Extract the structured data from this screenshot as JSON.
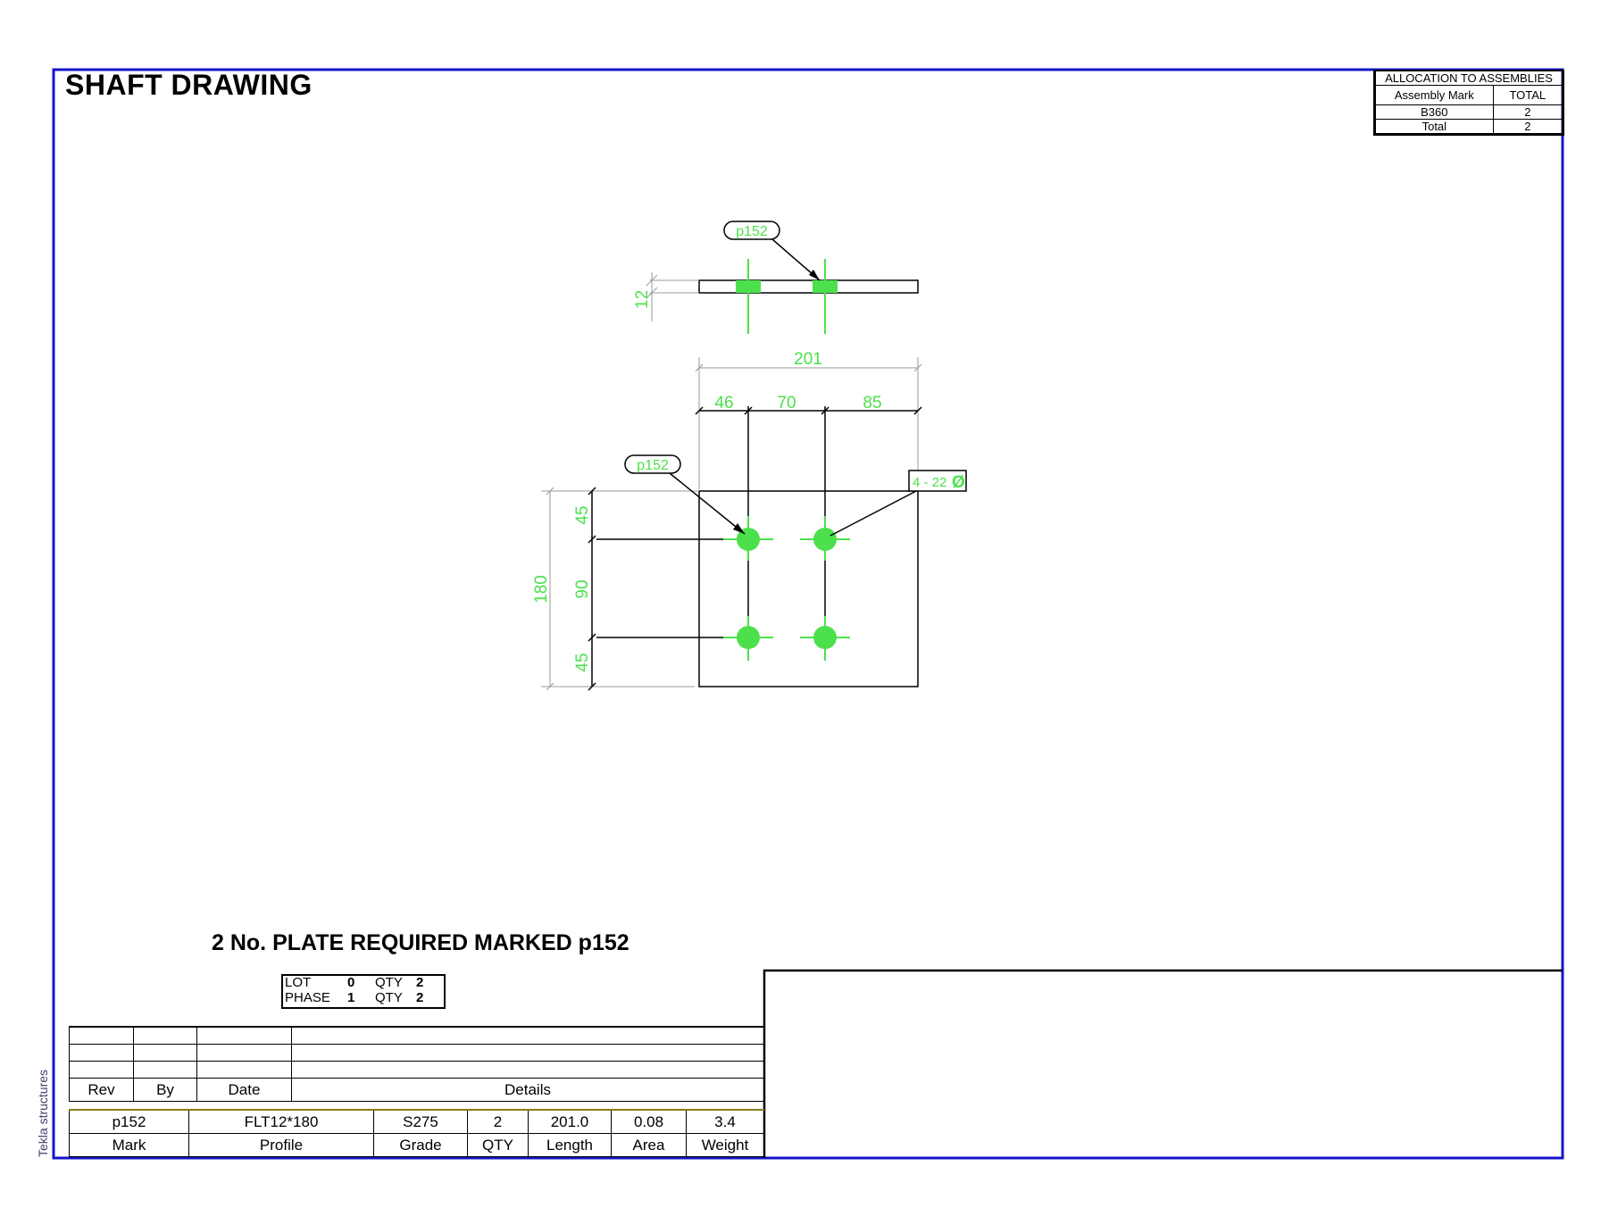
{
  "title": "SHAFT DRAWING",
  "side_label": "Tekla structures",
  "allocation": {
    "heading": "ALLOCATION TO ASSEMBLIES",
    "col_mark": "Assembly Mark",
    "col_total": "TOTAL",
    "rows": [
      {
        "mark": "B360",
        "total": "2"
      },
      {
        "mark": "Total",
        "total": "2"
      }
    ]
  },
  "drawing": {
    "part_tag_top": "p152",
    "part_tag_plan": "p152",
    "hole_note": "4 - 22",
    "hole_symbol": "Ø",
    "dims": {
      "thickness": "12",
      "overall_width": "201",
      "seg1": "46",
      "seg2": "70",
      "seg3": "85",
      "overall_height": "180",
      "v1": "45",
      "v2": "90",
      "v3": "45"
    }
  },
  "requirement": "2 No. PLATE REQUIRED MARKED p152",
  "lot": {
    "lot_label": "LOT",
    "lot_value": "0",
    "phase_label": "PHASE",
    "phase_value": "1",
    "qty_label": "QTY",
    "qty_lot": "2",
    "qty_phase": "2"
  },
  "revision_table": {
    "headers": [
      "Rev",
      "By",
      "Date",
      "Details"
    ]
  },
  "parts_table": {
    "values": [
      "p152",
      "FLT12*180",
      "S275",
      "2",
      "201.0",
      "0.08",
      "3.4"
    ],
    "headers": [
      "Mark",
      "Profile",
      "Grade",
      "QTY",
      "Length",
      "Area",
      "Weight"
    ]
  },
  "colors": {
    "border": "#1414c8",
    "dimension": "#4ce04c",
    "line": "#000000"
  }
}
